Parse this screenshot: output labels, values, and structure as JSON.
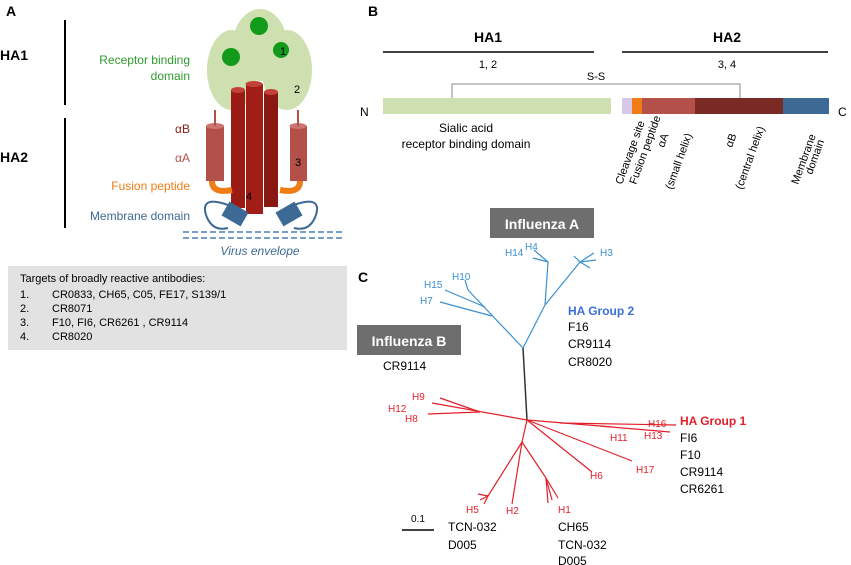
{
  "panel_a": {
    "label": "A",
    "ha1": "HA1",
    "ha2": "HA2",
    "receptor_line1": "Receptor binding",
    "receptor_line2": "domain",
    "alpha_b": "αB",
    "alpha_a": "αA",
    "fusion_peptide": "Fusion peptide",
    "membrane_domain": "Membrane domain",
    "virus_envelope": "Virus envelope",
    "site_numbers": [
      "1",
      "2",
      "3",
      "4"
    ],
    "targets": {
      "title": "Targets of broadly reactive antibodies:",
      "rows": [
        {
          "num": "1.",
          "text": "CR0833, CH65, C05, FE17, S139/1"
        },
        {
          "num": "2.",
          "text": "CR8071"
        },
        {
          "num": "3.",
          "text": "F10, FI6, CR6261 , CR9114"
        },
        {
          "num": "4.",
          "text": "CR8020"
        }
      ]
    }
  },
  "panel_b": {
    "label": "B",
    "ha1": "HA1",
    "ha2": "HA2",
    "ha1_sites": "1, 2",
    "ha2_sites": "3, 4",
    "ss": "S-S",
    "n_term": "N",
    "c_term": "C",
    "sialic_line1": "Sialic acid",
    "sialic_line2": "receptor binding domain",
    "cleavage_site": "Cleavage site",
    "fusion_peptide": "Fusion peptide",
    "alpha_a_line1": "αA",
    "alpha_a_line2": "(small helix)",
    "alpha_b_line1": "αB",
    "alpha_b_line2": "(central helix)",
    "membrane_line1": "Membrane",
    "membrane_line2": "domain"
  },
  "panel_c": {
    "label": "C",
    "influenza_a": "Influenza A",
    "influenza_b": "Influenza B",
    "influenza_b_ab": "CR9114",
    "group2_title": "HA Group 2",
    "group2_abs": [
      "F16",
      "CR9114",
      "CR8020"
    ],
    "group1_title": "HA Group 1",
    "group1_abs": [
      "FI6",
      "F10",
      "CR9114",
      "CR6261"
    ],
    "h1_abs": [
      "CH65",
      "TCN-032",
      "D005"
    ],
    "h5_abs": [
      "TCN-032",
      "D005"
    ],
    "scale": "0.1",
    "blue_leaves": [
      "H14",
      "H4",
      "H3",
      "H15",
      "H10",
      "H7"
    ],
    "red_leaves": [
      "H9",
      "H12",
      "H8",
      "H16",
      "H11",
      "H13",
      "H6",
      "H17",
      "H5",
      "H2",
      "H1"
    ]
  },
  "colors": {
    "green_text": "#2e9a2e",
    "helix_dark": "#9a1a14",
    "helix_mid": "#b4504a",
    "orange": "#f07c16",
    "membrane_blue": "#3d6a94",
    "head_green": "#cfe0b0",
    "tree_blue": "#3a8fcf",
    "tree_red": "#e2202a",
    "group2_blue": "#3a6fd8",
    "grey_box": "#6e6e6e",
    "target_box": "#e2e2e2"
  }
}
